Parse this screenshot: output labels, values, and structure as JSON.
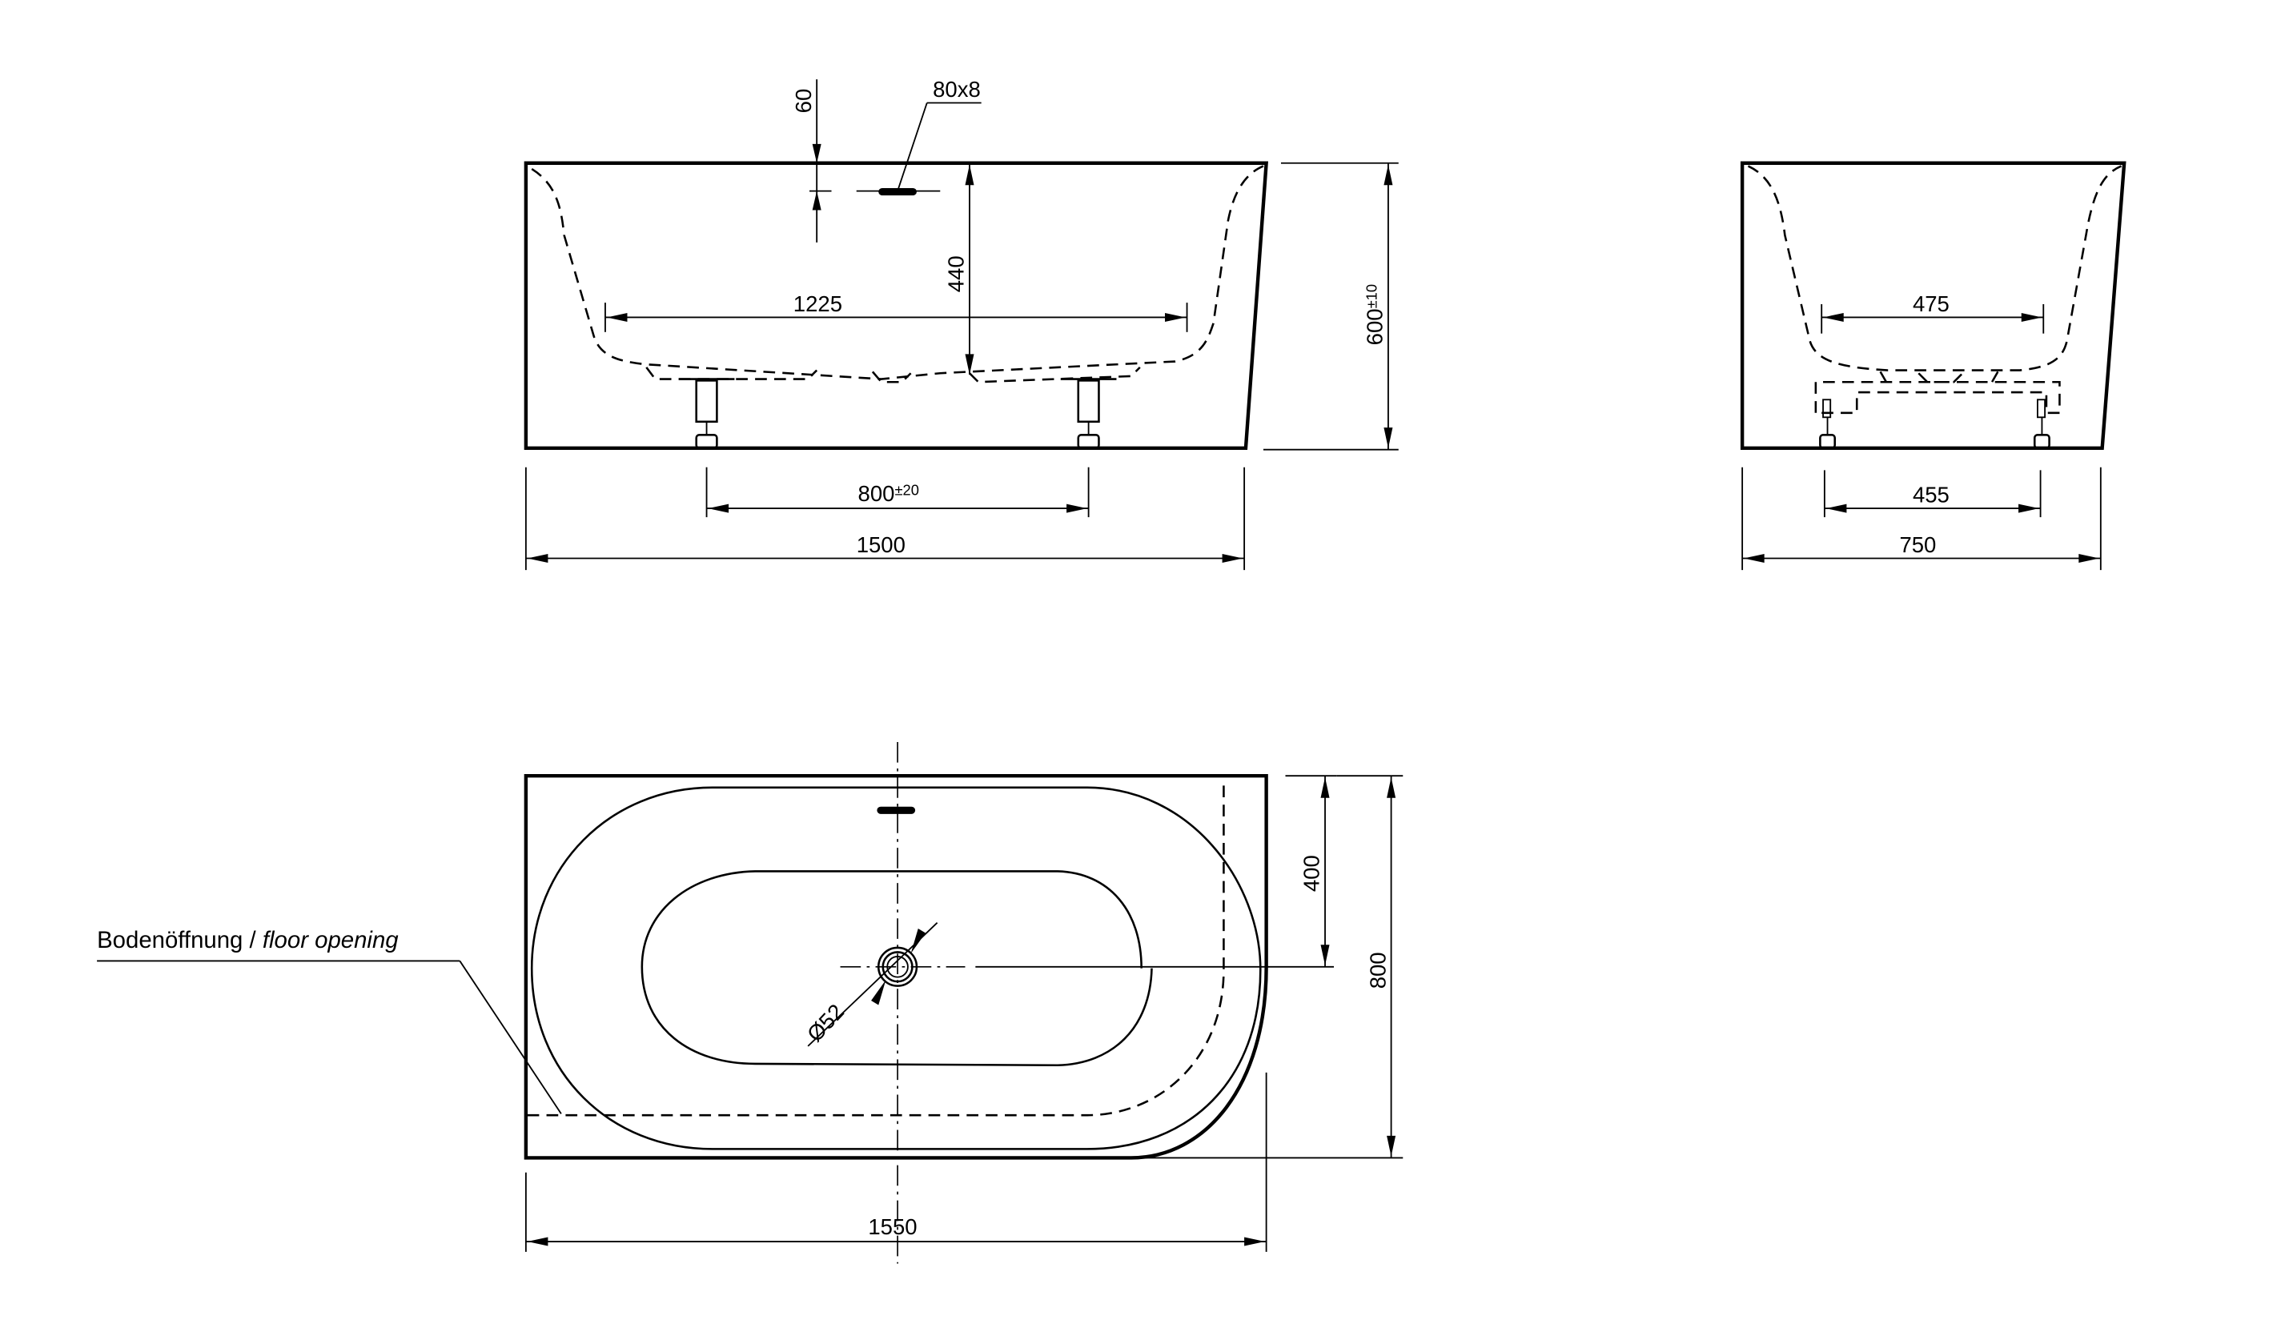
{
  "drawing": {
    "type": "technical-drawing",
    "subject": "freestanding corner bathtub",
    "units": "mm",
    "line_color": "#000000",
    "background": "#ffffff"
  },
  "front_view": {
    "overflow_offset": {
      "value": "60"
    },
    "overflow_size": {
      "value": "80x8"
    },
    "inner_depth": {
      "value": "440"
    },
    "inner_length": {
      "value": "1225"
    },
    "height": {
      "value": "600",
      "tolerance": "±10"
    },
    "feet_spacing": {
      "value": "800",
      "tolerance": "±20"
    },
    "overall_length": {
      "value": "1500"
    }
  },
  "side_view": {
    "inner_width": {
      "value": "475"
    },
    "feet_spacing": {
      "value": "455"
    },
    "overall_width": {
      "value": "750"
    }
  },
  "plan_view": {
    "drain_center_offset": {
      "value": "400"
    },
    "overall_width": {
      "value": "800"
    },
    "drain_diameter": {
      "value": "Ø52"
    },
    "overall_length": {
      "value": "1550"
    },
    "floor_opening_label": {
      "de": "Bodenöffnung",
      "separator": " / ",
      "en": "floor opening"
    }
  }
}
